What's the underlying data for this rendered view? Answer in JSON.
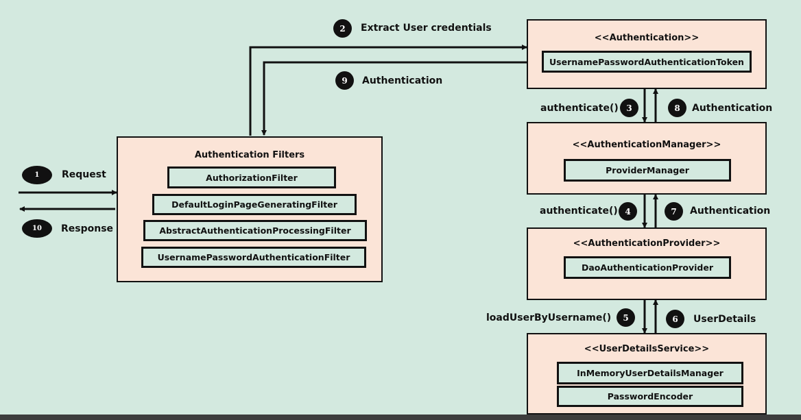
{
  "filters": {
    "title": "Authentication Filters",
    "items": [
      "AuthorizationFilter",
      "DefaultLoginPageGeneratingFilter",
      "AbstractAuthenticationProcessingFilter",
      "UsernamePasswordAuthenticationFilter"
    ]
  },
  "authentication": {
    "title": "<<Authentication>>",
    "item": "UsernamePasswordAuthenticationToken"
  },
  "manager": {
    "title": "<<AuthenticationManager>>",
    "item": "ProviderManager"
  },
  "provider": {
    "title": "<<AuthenticationProvider>>",
    "item": "DaoAuthenticationProvider"
  },
  "user_details_service": {
    "title": "<<UserDetailsService>>",
    "items": [
      "InMemoryUserDetailsManager",
      "PasswordEncoder"
    ]
  },
  "steps": [
    {
      "number": "1",
      "label": "Request"
    },
    {
      "number": "2",
      "label": "Extract User credentials"
    },
    {
      "number": "3",
      "label": "authenticate()"
    },
    {
      "number": "4",
      "label": "authenticate()"
    },
    {
      "number": "5",
      "label": "loadUserByUsername()"
    },
    {
      "number": "6",
      "label": "UserDetails"
    },
    {
      "number": "7",
      "label": "Authentication"
    },
    {
      "number": "8",
      "label": "Authentication"
    },
    {
      "number": "9",
      "label": "Authentication"
    },
    {
      "number": "10",
      "label": "Response"
    }
  ]
}
